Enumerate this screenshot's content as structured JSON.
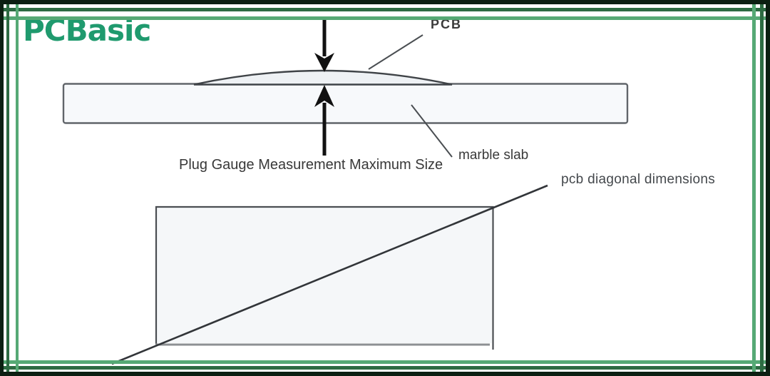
{
  "brand": {
    "logo_text": "PCBasic"
  },
  "colors": {
    "logo_green": "#1f9a6e",
    "frame_outer": "#0c1f12",
    "frame_dark_line": "#2d6b42",
    "frame_light_line": "#56a975",
    "diagram_stroke": "#3f4347",
    "diagram_text": "#3a3a3a"
  },
  "warpage_diagram": {
    "pcb_label": "PCB",
    "marble_slab_label": "marble slab",
    "caption": "Plug Gauge Measurement Maximum Size"
  },
  "diagonal_diagram": {
    "label": "pcb diagonal dimensions"
  }
}
